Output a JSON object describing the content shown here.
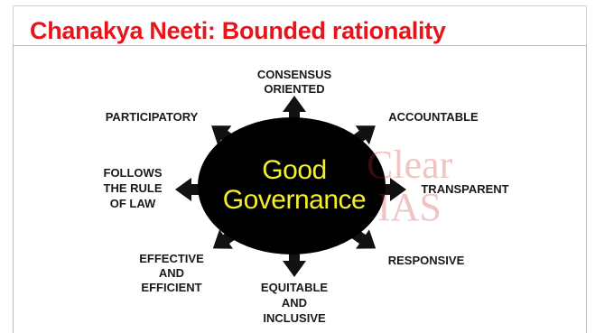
{
  "header": {
    "title": "Chanakya Neeti: Bounded rationality"
  },
  "diagram": {
    "center": {
      "line1": "Good",
      "line2": "Governance"
    },
    "characteristics": {
      "top": [
        "CONSENSUS",
        "ORIENTED"
      ],
      "top_left": [
        "PARTICIPATORY"
      ],
      "top_right": [
        "ACCOUNTABLE"
      ],
      "left": [
        "FOLLOWS",
        "THE RULE",
        "OF LAW"
      ],
      "right": [
        "TRANSPARENT"
      ],
      "bottom_left": [
        "EFFECTIVE",
        "AND",
        "EFFICIENT"
      ],
      "bottom_right": [
        "RESPONSIVE"
      ],
      "bottom": [
        "EQUITABLE",
        "AND",
        "INCLUSIVE"
      ]
    },
    "watermark": {
      "line1": "Clear",
      "line2": "IAS"
    },
    "colors": {
      "title": "#e8141b",
      "ellipse": "#000000",
      "center_text": "#f4ee2c",
      "watermark": "#c9302c"
    }
  }
}
